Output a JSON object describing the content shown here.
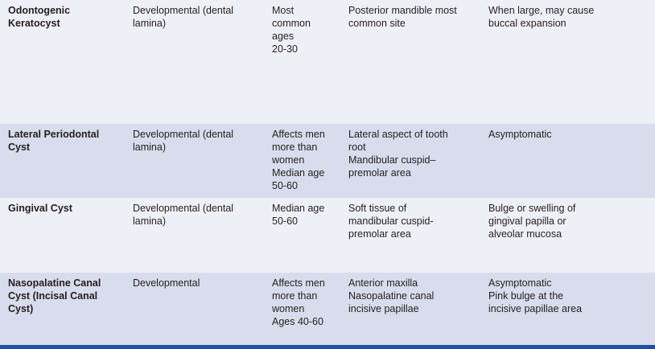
{
  "rows": [
    {
      "name": [
        "Odontogenic",
        "Keratocyst"
      ],
      "origin": [
        "Developmental (dental",
        "lamina)"
      ],
      "demographics": [
        [
          "Most",
          "common",
          "ages",
          "20-30"
        ]
      ],
      "location": [
        [
          "Posterior mandible most",
          "common site"
        ]
      ],
      "features": [
        [
          "When large, may cause",
          "buccal expansion"
        ]
      ]
    },
    {
      "name": [
        "Lateral Periodontal",
        "Cyst"
      ],
      "origin": [
        "Developmental (dental",
        "lamina)"
      ],
      "demographics": [
        [
          "Affects men",
          "more than",
          "women"
        ],
        [
          "Median age",
          "50-60"
        ]
      ],
      "location": [
        [
          "Lateral aspect of tooth",
          "root"
        ],
        [
          "Mandibular cuspid–",
          "premolar area"
        ]
      ],
      "features": [
        [
          "Asymptomatic"
        ]
      ]
    },
    {
      "name": [
        "Gingival Cyst"
      ],
      "origin": [
        "Developmental (dental",
        "lamina)"
      ],
      "demographics": [
        [
          "Median age",
          "50-60"
        ]
      ],
      "location": [
        [
          "Soft tissue of",
          "mandibular cuspid-",
          "premolar area"
        ]
      ],
      "features": [
        [
          "Bulge or swelling of",
          "gingival papilla or",
          "alveolar mucosa"
        ]
      ]
    },
    {
      "name": [
        "Nasopalatine Canal",
        "Cyst (Incisal Canal",
        "Cyst)"
      ],
      "origin": [
        "Developmental"
      ],
      "demographics": [
        [
          "Affects men",
          "more than",
          "women"
        ],
        [
          "Ages 40-60"
        ]
      ],
      "location": [
        [
          "Anterior maxilla"
        ],
        [
          "Nasopalatine canal",
          "incisive papillae"
        ]
      ],
      "features": [
        [
          "Asymptomatic"
        ],
        [
          "Pink bulge at the",
          "incisive papillae area"
        ]
      ]
    }
  ],
  "colors": {
    "row_light": "#eef0f7",
    "row_dark": "#d8dcec",
    "rule": "#1f4ea3",
    "text": "#231f20"
  }
}
